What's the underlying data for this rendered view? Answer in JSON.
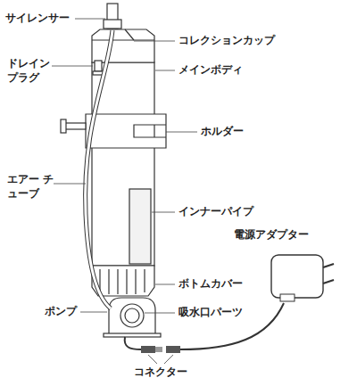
{
  "diagram": {
    "labels": [
      "サイレンサー",
      "コレクションカップ",
      "ドレイン プラグ",
      "メインボディ",
      "ホルダー",
      "エアー チューブ",
      "インナーパイプ",
      "電源アダプター",
      "ボトムカバー",
      "ポンプ",
      "吸水口パーツ",
      "コネクター"
    ]
  }
}
